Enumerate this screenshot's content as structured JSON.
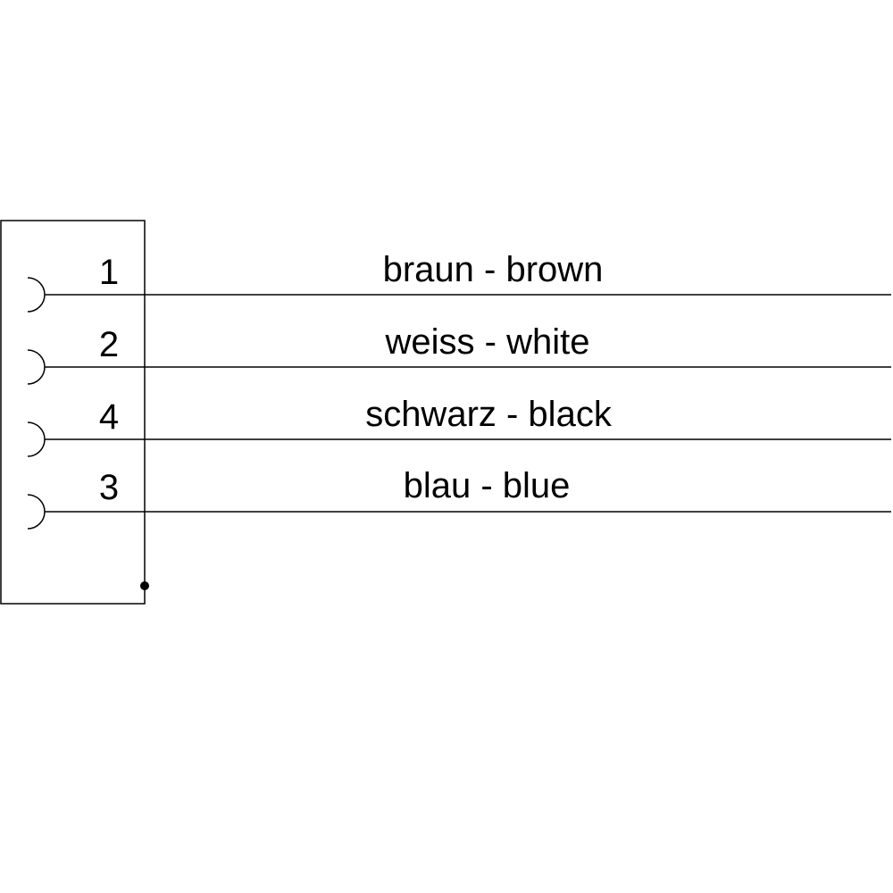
{
  "line_color": "#000000",
  "background_color": "#ffffff",
  "pins": [
    {
      "number": "1",
      "wire_label": "braun - brown"
    },
    {
      "number": "2",
      "wire_label": "weiss - white"
    },
    {
      "number": "4",
      "wire_label": "schwarz - black"
    },
    {
      "number": "3",
      "wire_label": "blau - blue"
    }
  ]
}
